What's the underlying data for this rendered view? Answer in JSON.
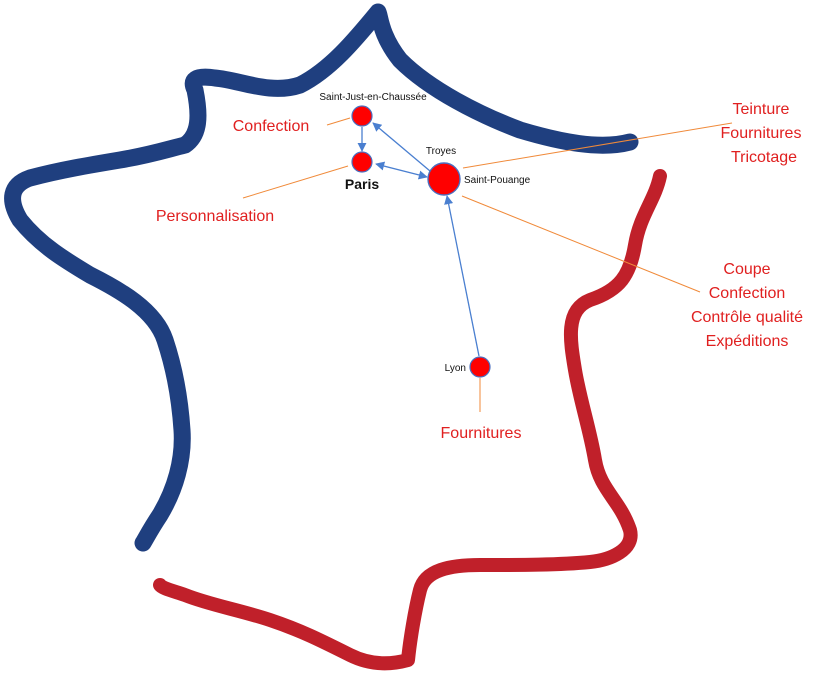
{
  "colors": {
    "outline_north_west": "#1f3f7f",
    "outline_south_east": "#c0202a",
    "city_fill": "#ff0000",
    "city_stroke": "#4a6fc0",
    "flow_arrow": "#4a7fd0",
    "leader_line": "#f08a3a",
    "activity_text": "#e02020"
  },
  "cities": {
    "saint_just": "Saint-Just-en-Chaussée",
    "paris": "Paris",
    "troyes": "Troyes",
    "saint_pouange": "Saint-Pouange",
    "lyon": "Lyon"
  },
  "activities": {
    "saint_just": [
      "Confection"
    ],
    "paris": [
      "Personnalisation"
    ],
    "troyes": [
      "Teinture",
      "Fournitures",
      "Tricotage"
    ],
    "saint_pouange": [
      "Coupe",
      "Confection",
      "Contrôle qualité",
      "Expéditions"
    ],
    "lyon": [
      "Fournitures"
    ]
  }
}
